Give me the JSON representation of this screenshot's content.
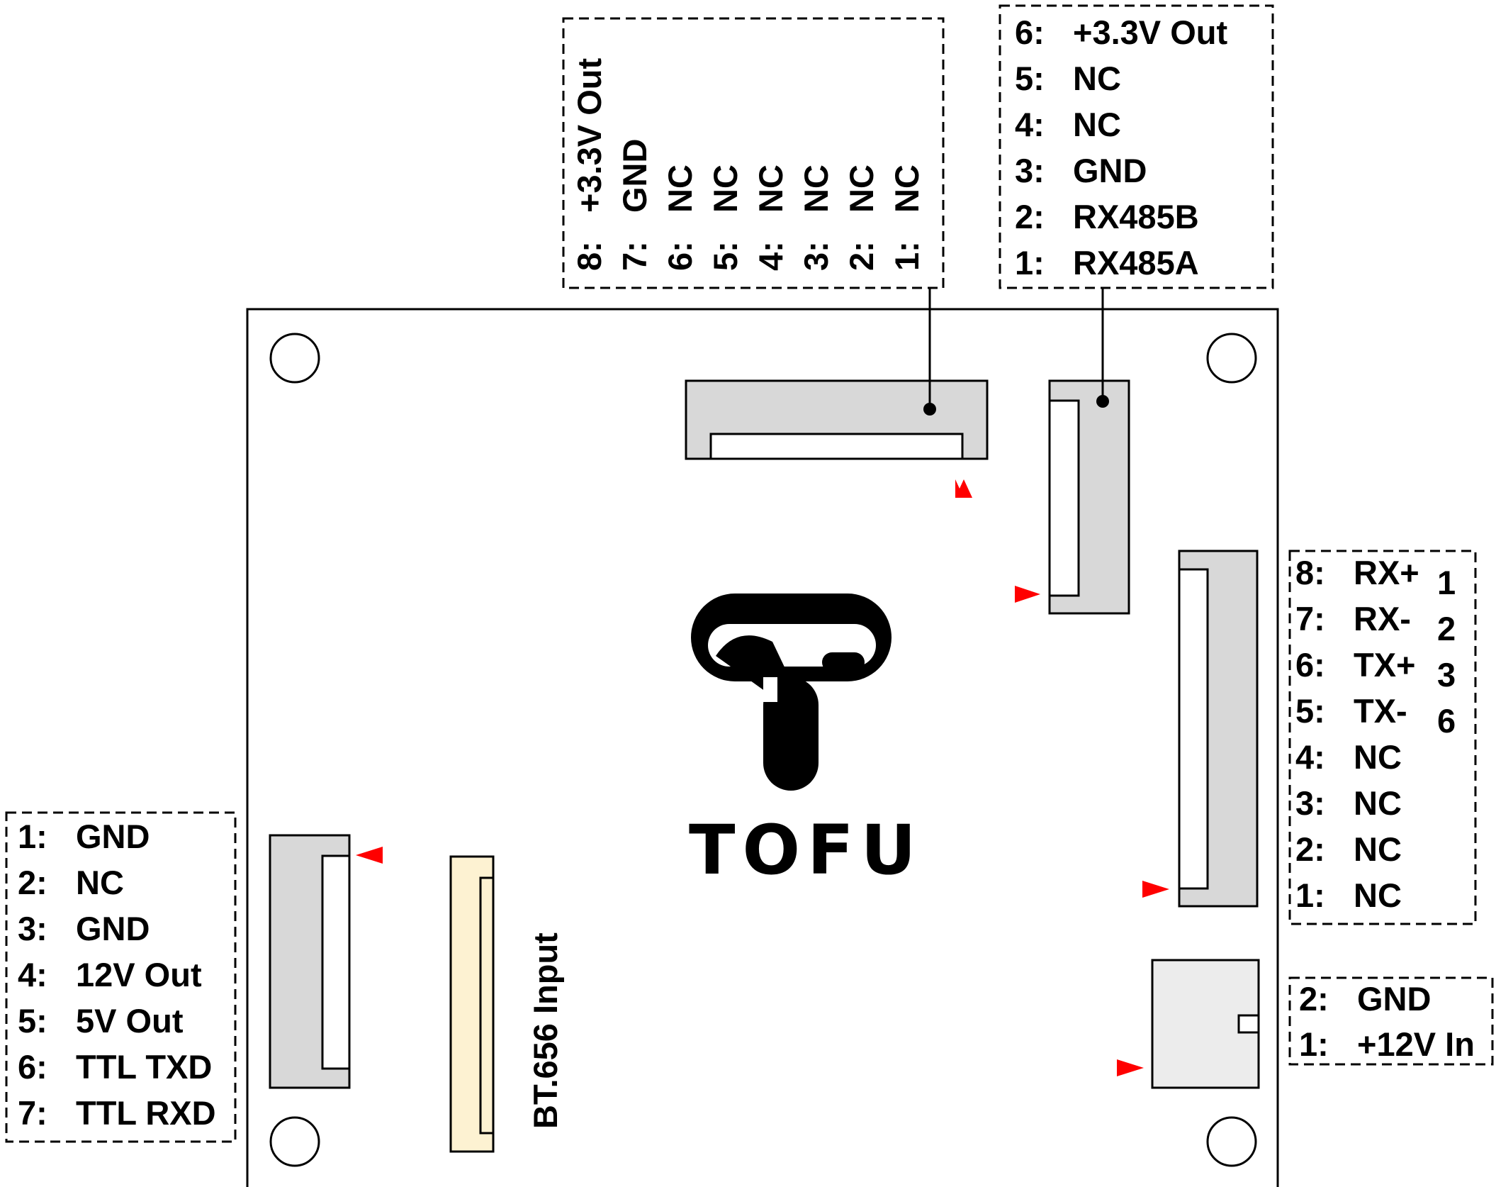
{
  "top_connector_pins": [
    {
      "num": "8:",
      "name": "+3.3V Out"
    },
    {
      "num": "7:",
      "name": "GND"
    },
    {
      "num": "6:",
      "name": "NC"
    },
    {
      "num": "5:",
      "name": "NC"
    },
    {
      "num": "4:",
      "name": "NC"
    },
    {
      "num": "3:",
      "name": "NC"
    },
    {
      "num": "2:",
      "name": "NC"
    },
    {
      "num": "1:",
      "name": "NC"
    }
  ],
  "rs485_pins": [
    {
      "num": "6:",
      "name": "+3.3V Out"
    },
    {
      "num": "5:",
      "name": "NC"
    },
    {
      "num": "4:",
      "name": "NC"
    },
    {
      "num": "3:",
      "name": "GND"
    },
    {
      "num": "2:",
      "name": "RX485B"
    },
    {
      "num": "1:",
      "name": "RX485A"
    }
  ],
  "ethernet_pins": [
    {
      "num": "8:",
      "name": "RX+",
      "rj": "1"
    },
    {
      "num": "7:",
      "name": "RX-",
      "rj": "2"
    },
    {
      "num": "6:",
      "name": "TX+",
      "rj": "3"
    },
    {
      "num": "5:",
      "name": "TX-",
      "rj": "6"
    },
    {
      "num": "4:",
      "name": "NC",
      "rj": ""
    },
    {
      "num": "3:",
      "name": "NC",
      "rj": ""
    },
    {
      "num": "2:",
      "name": "NC",
      "rj": ""
    },
    {
      "num": "1:",
      "name": "NC",
      "rj": ""
    }
  ],
  "power_pins": [
    {
      "num": "2:",
      "name": "GND"
    },
    {
      "num": "1:",
      "name": "+12V In"
    }
  ],
  "left_connector_pins": [
    {
      "num": "1:",
      "name": "GND"
    },
    {
      "num": "2:",
      "name": "NC"
    },
    {
      "num": "3:",
      "name": "GND"
    },
    {
      "num": "4:",
      "name": "12V Out"
    },
    {
      "num": "5:",
      "name": "5V Out"
    },
    {
      "num": "6:",
      "name": "TTL TXD"
    },
    {
      "num": "7:",
      "name": "TTL RXD"
    }
  ],
  "bt656_label": "BT.656 Input",
  "logo_text": "TOFU",
  "colors": {
    "connector_fill": "#d8d8d8",
    "bt656_fill": "#fdf2d2",
    "pin1_marker": "#ff0000",
    "outline": "#000000"
  }
}
